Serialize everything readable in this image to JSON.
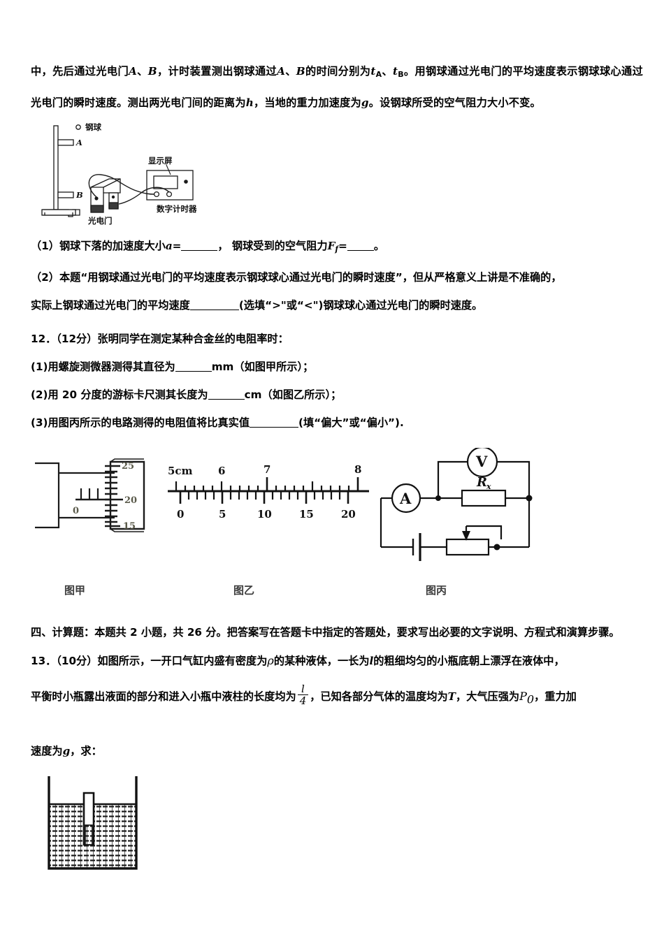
{
  "document": {
    "type": "physics-exam-page",
    "language": "zh-CN"
  },
  "q11": {
    "para1_part1": "中，先后通过光电门",
    "para1_A": "A",
    "para1_sep1": "、",
    "para1_B": "B",
    "para1_part2": "，计时装置测出钢球通过",
    "para1_part3": "、",
    "para1_part4": "的时间分别为",
    "para1_tA": "t",
    "para1_tA_sub": "A",
    "para1_part5": "、",
    "para1_tB": "t",
    "para1_tB_sub": "B",
    "para1_part6": "。用钢球通过光电门的平均速度表示钢球球心通过光电门的瞬时速度。测出两光电门间的距离为",
    "para1_h": "h",
    "para1_part7": "，当地的重力加速度为",
    "para1_g": "g",
    "para1_part8": "。设钢球所受的空气阻力大小不变。",
    "figure": {
      "name": "photogate-free-fall-apparatus",
      "labels": {
        "ball": "钢球",
        "gate_a": "A",
        "gate_b": "B",
        "display": "显示屏",
        "timer": "数字计时器",
        "photogate": "光电门"
      }
    },
    "sub1_prefix": "（1）钢球下落的加速度大小",
    "sub1_a": "a",
    "sub1_eq": "=",
    "sub1_mid": "，  钢球受到的空气阻力",
    "sub1_F": "F",
    "sub1_F_sub": "f",
    "sub1_eq2": "=",
    "sub1_suffix": "。",
    "sub2_line1": "（2）本题“用钢球通过光电门的平均速度表示钢球球心通过光电门的瞬时速度”，但从严格意义上讲是不准确的，",
    "sub2_line2_pre": "实际上钢球通过光电门的平均速度",
    "sub2_line2_post": "(选填“>\"或“<\")钢球球心通过光电门的瞬时速度。"
  },
  "q12": {
    "stem": "12．（12分）张明同学在测定某种合金丝的电阻率时：",
    "item1_pre": "(1)用螺旋测微器测得其直径为",
    "item1_unit": "mm",
    "item1_post": "（如图甲所示）；",
    "item2_pre": "(2)用 20 分度的游标卡尺测其长度为",
    "item2_unit": "cm",
    "item2_post": "（如图乙所示）；",
    "item3_pre": "(3)用图丙所示的电路测得的电阻值将比真实值",
    "item3_post": "(填“偏大”或“偏小”).",
    "figures": {
      "micrometer": {
        "name": "micrometer-screw-gauge",
        "caption": "图甲",
        "main_scale_label": "0",
        "thimble_labels": [
          "25",
          "20",
          "15"
        ]
      },
      "vernier": {
        "name": "vernier-caliper-scale",
        "caption": "图乙",
        "main_labels": [
          "5cm",
          "6",
          "7",
          "8"
        ],
        "vernier_labels": [
          "0",
          "5",
          "10",
          "15",
          "20"
        ],
        "divisions": 20
      },
      "circuit": {
        "name": "resistance-measuring-circuit",
        "caption": "图丙",
        "ammeter": "A",
        "voltmeter": "V",
        "resistor": "R",
        "resistor_sub": "x"
      }
    }
  },
  "section4": {
    "heading": "四、计算题：本题共 2 小题，共 26 分。把答案写在答题卡中指定的答题处，要求写出必要的文字说明、方程式和演算步骤。"
  },
  "q13": {
    "line1_pre": "13．（10分）如图所示，一开口气缸内盛有密度为",
    "line1_rho": "ρ",
    "line1_mid": "的某种液体，一长为",
    "line1_l": "l",
    "line1_post": "的粗细均匀的小瓶底朝上漂浮在液体中，",
    "line2_pre": "平衡时小瓶露出液面的部分和进入小瓶中液柱的长度均为",
    "frac_num": "l",
    "frac_den": "4",
    "line2_mid": "，已知各部分气体的温度均为",
    "line2_T": "T",
    "line2_mid2": "，大气压强为",
    "line2_P": "P",
    "line2_P_sub": "0",
    "line2_post": "，重力加",
    "line3_pre": "速度为",
    "line3_g": "g",
    "line3_post": "，求：",
    "figure": {
      "name": "floating-bottle-in-liquid",
      "description": "open container with hatched liquid and inverted small bottle floating"
    }
  }
}
